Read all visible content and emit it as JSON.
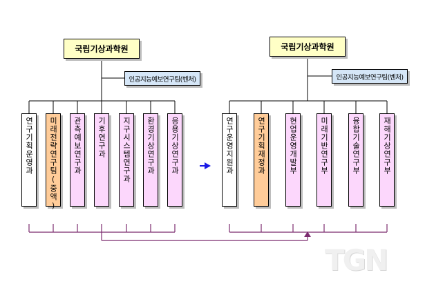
{
  "colors": {
    "top_box": "#ffffc6",
    "sub_box": "#d5e6f7",
    "unit_white": "#ffffff",
    "unit_orange": "#ffcc99",
    "unit_pink": "#fcd7fc",
    "bracket_line": "#7b2a6e",
    "arrow": "#1a1ae6"
  },
  "left_org": {
    "title": "국립기상과학원",
    "sub_team": "인공지능예보연구팀(벤처)",
    "units": [
      {
        "label": "연구기획운영과",
        "color": "white"
      },
      {
        "label": "미래전략연구팀(중액)",
        "color": "orange"
      },
      {
        "label": "관측예보연구과",
        "color": "pink"
      },
      {
        "label": "기후연구과",
        "color": "pink"
      },
      {
        "label": "지구시스템연구과",
        "color": "pink"
      },
      {
        "label": "환경기상연구과",
        "color": "pink"
      },
      {
        "label": "응용기상연구과",
        "color": "pink"
      }
    ]
  },
  "right_org": {
    "title": "국립기상과학원",
    "sub_team": "인공지능예보연구팀(벤처)",
    "units": [
      {
        "label": "연구운영지원과",
        "color": "white"
      },
      {
        "label": "연구기획재정과",
        "color": "orange"
      },
      {
        "label": "현업운영개발부",
        "color": "pink"
      },
      {
        "label": "미래기반연구부",
        "color": "pink"
      },
      {
        "label": "융합기술연구부",
        "color": "pink"
      },
      {
        "label": "재해기상연구부",
        "color": "pink"
      }
    ]
  },
  "transition_arrow": "right-arrow-icon",
  "watermark": "TGN"
}
